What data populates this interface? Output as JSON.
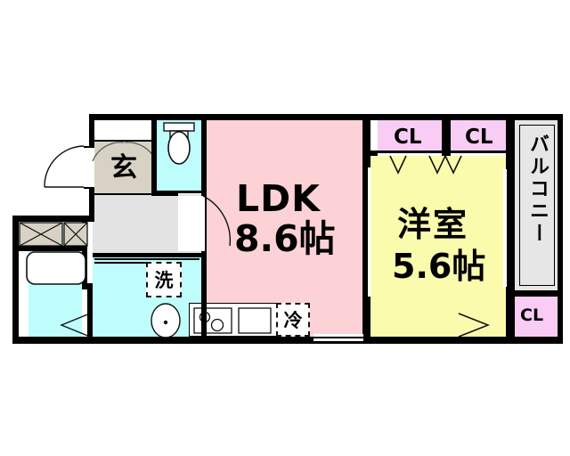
{
  "plan": {
    "type": "japanese-apartment-floor-plan",
    "rooms": [
      {
        "id": "ldk",
        "name": "LDK",
        "area": "8.6帖",
        "label_line1": "LDK",
        "label_line2": "8.6帖",
        "color": "#fcd2d6"
      },
      {
        "id": "bedroom",
        "name": "洋室",
        "area": "5.6帖",
        "label_line1": "洋室",
        "label_line2": "5.6帖",
        "color": "#fbfbae"
      },
      {
        "id": "balcony",
        "name": "バルコニー",
        "label_line1": "バルコニー",
        "color": "#e6e6e6"
      },
      {
        "id": "genkan",
        "name": "玄",
        "label_line1": "玄",
        "color": "#d8d2c4"
      },
      {
        "id": "toilet",
        "name": "toilet",
        "color": "#bffdfd"
      },
      {
        "id": "bath",
        "name": "bath",
        "color": "#bffdfd"
      },
      {
        "id": "washroom",
        "name": "washroom",
        "color": "#bffdfd"
      },
      {
        "id": "hallway",
        "name": "hallway",
        "color": "#e3e3e3"
      }
    ],
    "closets": [
      {
        "id": "cl-top-left",
        "label": "CL",
        "color": "#f9ccf5"
      },
      {
        "id": "cl-top-right",
        "label": "CL",
        "color": "#f9ccf5"
      },
      {
        "id": "cl-bottom-right",
        "label": "CL",
        "color": "#f9ccf5"
      }
    ],
    "appliances": [
      {
        "id": "washing-machine",
        "label": "洗"
      },
      {
        "id": "refrigerator",
        "label": "冷"
      }
    ],
    "fixtures": [
      {
        "id": "toilet-bowl",
        "label": ""
      },
      {
        "id": "bathtub",
        "label": ""
      },
      {
        "id": "sink-basin",
        "label": ""
      },
      {
        "id": "kitchen-stove",
        "label": ""
      },
      {
        "id": "kitchen-sink",
        "label": ""
      }
    ],
    "colors": {
      "ldk": "#fcd2d6",
      "bedroom": "#fbfbae",
      "water": "#bffdfd",
      "hallway": "#e3e3e3",
      "genkan": "#d8d2c4",
      "closet": "#f9ccf5",
      "balcony": "#e6e6e6",
      "wall": "#000000",
      "background": "#ffffff"
    }
  }
}
